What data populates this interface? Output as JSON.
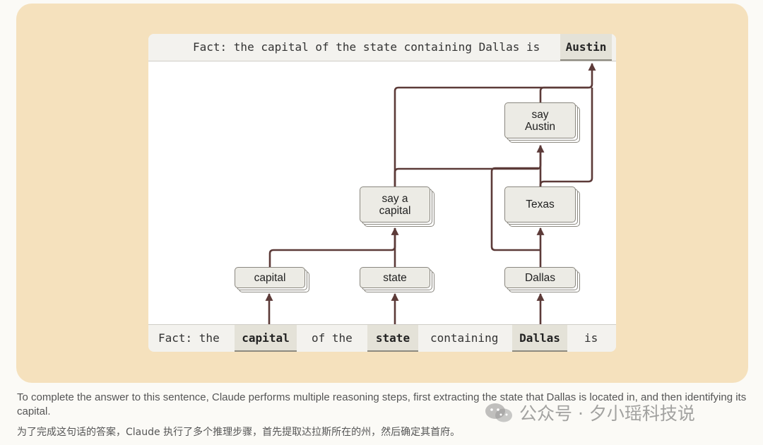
{
  "top_sentence": {
    "text": "Fact: the capital of the state containing Dallas is",
    "answer": "Austin"
  },
  "bottom_tokens": {
    "t1": "Fact: the",
    "t2": "capital",
    "t3": "of the",
    "t4": "state",
    "t5": "containing",
    "t6": "Dallas",
    "t7": "is"
  },
  "nodes": {
    "capital": "capital",
    "state": "state",
    "dallas": "Dallas",
    "say_a_capital": "say a\ncapital",
    "texas": "Texas",
    "say_austin": "say\nAustin"
  },
  "caption_en": "To complete the answer to this sentence, Claude performs multiple reasoning steps, first extracting the state that Dallas is located in, and then identifying its capital.",
  "caption_zh": "为了完成这句话的答案，Claude 执行了多个推理步骤，首先提取达拉斯所在的州，然后确定其首府。",
  "watermark": "公众号 · 夕小瑶科技说",
  "colors": {
    "panel": "#f5e1bd",
    "edge": "#5c3a38",
    "token_highlight": "#e4e2d8"
  }
}
